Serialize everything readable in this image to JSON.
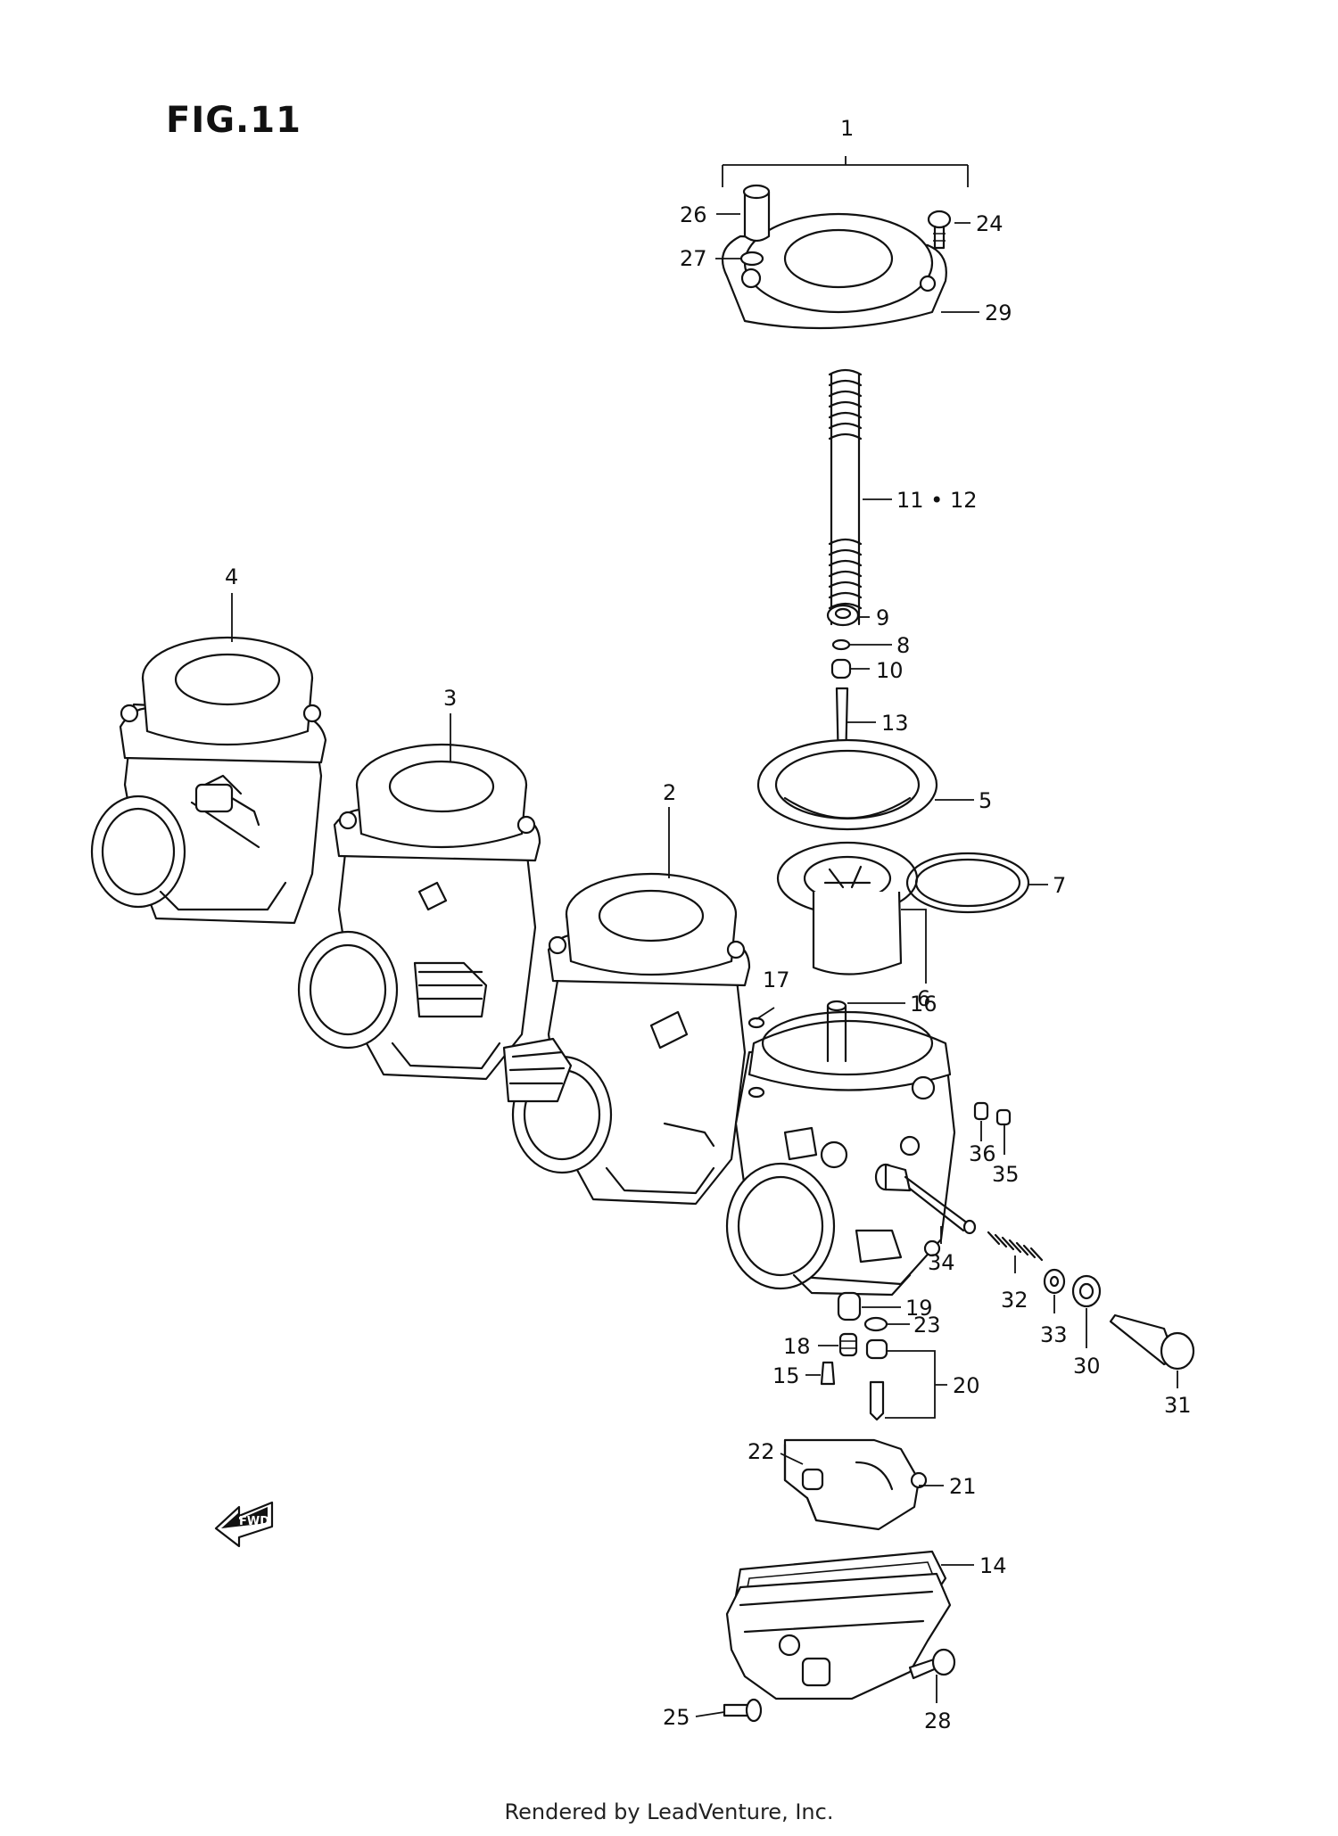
{
  "figure": {
    "title": "FIG.11"
  },
  "callouts": {
    "c1": "1",
    "c2": "2",
    "c3": "3",
    "c4": "4",
    "c5": "5",
    "c6": "6",
    "c7": "7",
    "c8": "8",
    "c9": "9",
    "c10": "10",
    "c11_12": "11 • 12",
    "c13": "13",
    "c14": "14",
    "c15": "15",
    "c16": "16",
    "c17": "17",
    "c18": "18",
    "c19": "19",
    "c20": "20",
    "c21": "21",
    "c22": "22",
    "c23": "23",
    "c24": "24",
    "c25": "25",
    "c26": "26",
    "c27": "27",
    "c28": "28",
    "c29": "29",
    "c30": "30",
    "c31": "31",
    "c32": "32",
    "c33": "33",
    "c34": "34",
    "c35": "35",
    "c36": "36"
  },
  "fwd_badge": "FWD",
  "footer": {
    "credit": "Rendered by LeadVenture, Inc."
  }
}
